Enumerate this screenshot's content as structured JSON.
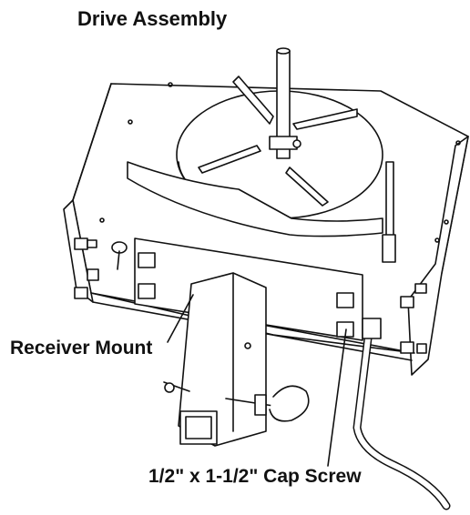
{
  "title": "Drive Assembly",
  "callouts": {
    "receiver_mount": "Receiver Mount",
    "cap_screw": "1/2\" x 1-1/2\" Cap Screw"
  }
}
